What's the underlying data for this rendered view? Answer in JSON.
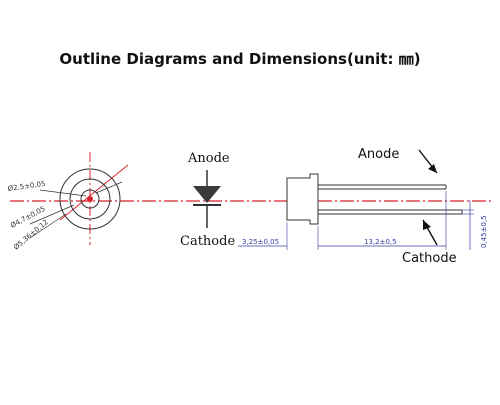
{
  "title": "Outline Diagrams and Dimensions(unit: ㎜)",
  "symbol": {
    "anode_label": "Anode",
    "cathode_label": "Cathode"
  },
  "side_view": {
    "anode_label": "Anode",
    "cathode_label": "Cathode"
  },
  "dimensions": {
    "d_inner": "Ø2,5±0,05",
    "d_middle": "Ø4,7±0,05",
    "d_outer": "Ø5,36±0,12",
    "body_length": "3,25±0,05",
    "lead_length": "13,2±0,5",
    "lead_spacing": "0,45±0,5"
  },
  "colors": {
    "center_line": "#d8232a",
    "dimension_line": "#3a3aa8",
    "outline": "#333333"
  }
}
